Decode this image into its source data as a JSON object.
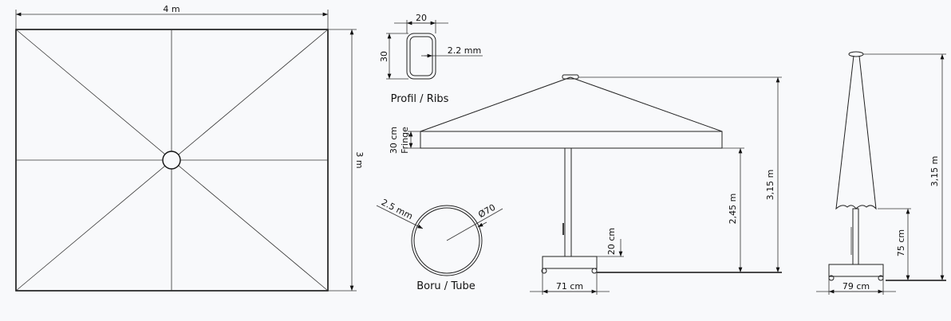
{
  "top_view": {
    "width_label": "4 m",
    "depth_label": "3 m"
  },
  "profile": {
    "width_label": "20",
    "height_label": "30",
    "thickness_label": "2.2 mm",
    "caption": "Profil / Ribs"
  },
  "tube": {
    "thickness_label": "2.5 mm",
    "diameter_label": "Ø70",
    "caption": "Boru / Tube"
  },
  "open_side_view": {
    "fringe_height_label": "30 cm",
    "fringe_label": "Fringe",
    "clearance_label": "2,45 m",
    "total_height_label": "3,15 m",
    "base_height_label": "20 cm",
    "base_width_label": "71 cm"
  },
  "closed_side_view": {
    "total_height_label": "3,15 m",
    "canopy_clearance_label": "75 cm",
    "base_width_label": "79 cm"
  }
}
